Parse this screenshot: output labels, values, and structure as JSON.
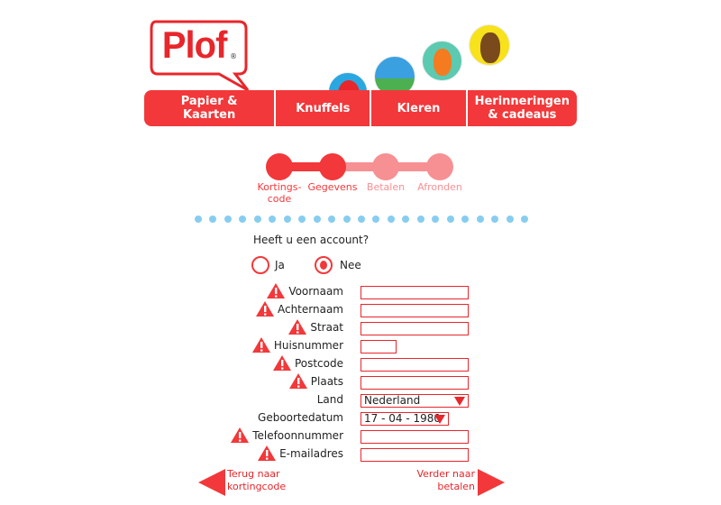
{
  "logo": {
    "text": "Plof",
    "registered": "®"
  },
  "nav": [
    {
      "label": "Papier & Kaarten"
    },
    {
      "label": "Knuffels"
    },
    {
      "label": "Kleren"
    },
    {
      "label": "Herinneringen & cadeaus"
    }
  ],
  "steps": [
    {
      "label": "Kortings- code",
      "done": true
    },
    {
      "label": "Gegevens",
      "done": true
    },
    {
      "label": "Betalen",
      "done": false
    },
    {
      "label": "Afronden",
      "done": false
    }
  ],
  "colors": {
    "accent": "#f2383a",
    "inactive": "#f69093",
    "dots": "#87cdf0"
  },
  "account": {
    "question": "Heeft u een account?",
    "options": [
      {
        "label": "Ja",
        "selected": false
      },
      {
        "label": "Nee",
        "selected": true
      }
    ]
  },
  "fields": [
    {
      "label": "Voornaam",
      "value": "",
      "required": true
    },
    {
      "label": "Achternaam",
      "value": "",
      "required": true
    },
    {
      "label": "Straat",
      "value": "",
      "required": true
    },
    {
      "label": "Huisnummer",
      "value": "",
      "required": true
    },
    {
      "label": "Postcode",
      "value": "",
      "required": true
    },
    {
      "label": "Plaats",
      "value": "",
      "required": true
    },
    {
      "label": "Land",
      "value": "Nederland",
      "required": false
    },
    {
      "label": "Geboortedatum",
      "value": "17 - 04 - 1980",
      "required": false
    },
    {
      "label": "Telefoonnummer",
      "value": "",
      "required": true
    },
    {
      "label": "E-mailadres",
      "value": "",
      "required": true
    }
  ],
  "back": {
    "line1": "Terug naar",
    "line2": "kortingcode"
  },
  "next": {
    "line1": "Verder naar",
    "line2": "betalen"
  }
}
